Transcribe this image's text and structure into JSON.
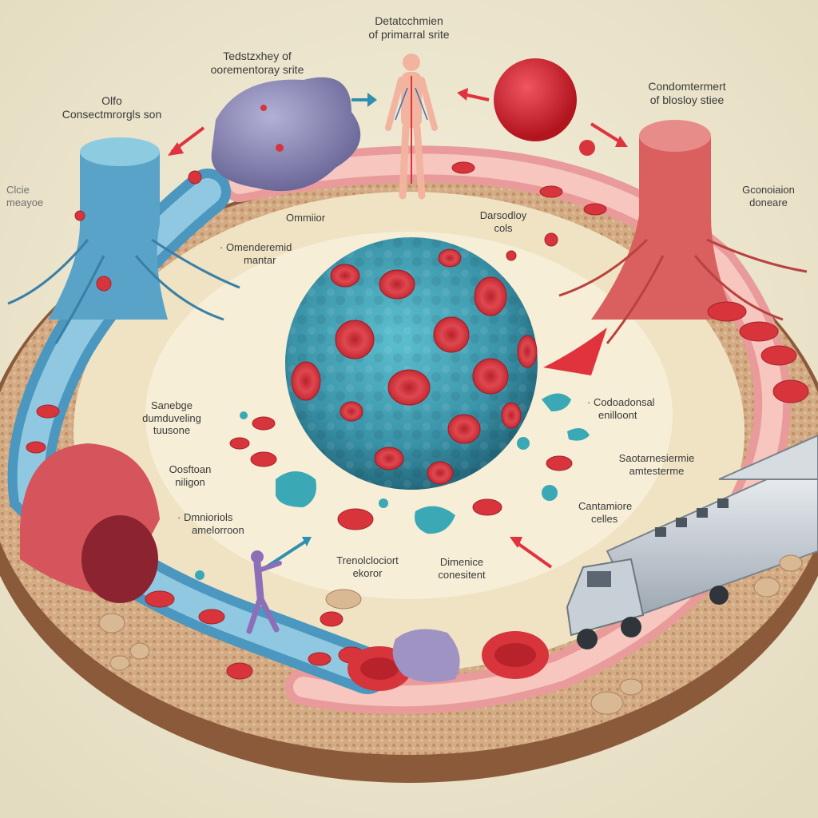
{
  "labels": {
    "detachment_title": {
      "line1": "Detatcchmien",
      "line2": "of primarral srite"
    },
    "top_left_title": {
      "line1": "Tedstzxhey of",
      "line2": "oorementoray srite"
    },
    "top_right_title": {
      "line1": "Condomtermert",
      "line2": "of blosloy stiee"
    },
    "left_title": {
      "line1": "Olfo",
      "line2": "Consectmrorgls son"
    },
    "far_left": {
      "line1": "Clcie",
      "line2": "meayoe"
    },
    "far_right": {
      "line1": "Gconoiaion",
      "line2": "doneare"
    },
    "ommior": "Ommiior",
    "darsodloy": {
      "line1": "Darsodloy",
      "line2": "cols"
    },
    "omenderemid": {
      "line1": "· Omenderemid",
      "line2": "mantar"
    },
    "sanebge": {
      "line1": "Sanebge",
      "line2": "dumduveling",
      "line3": "tuusone"
    },
    "oosftoan": {
      "line1": "Oosftoan",
      "line2": "niligon"
    },
    "dimnioriols": {
      "line1": "· Dmnioriols",
      "line2": "amelorroon"
    },
    "codoadonsal": {
      "line1": "· Codoadonsal",
      "line2": "enilloont"
    },
    "saotarnesiermie": {
      "line1": "Saotarnesiermie",
      "line2": "amtesterme"
    },
    "cantamiore": {
      "line1": "Cantamiore",
      "line2": "celles"
    },
    "trenolclociort": {
      "line1": "Trenolclociort",
      "line2": "ekoror"
    },
    "dimenice": {
      "line1": "Dimenice",
      "line2": "conesitent"
    }
  },
  "colors": {
    "background": "#efe9d3",
    "tissue": "#c9a27e",
    "vessel_blue": "#5aa3c8",
    "vessel_red": "#f0a2a0",
    "tumor_teal": "#3e9db0",
    "blood_cell_red": "#d8343c",
    "arrow_red": "#e0333d",
    "arrow_teal": "#2f8fb0"
  },
  "icons": {
    "human_figure": "human-figure-icon",
    "truck": "truck-icon",
    "walking_figure": "walking-figure-icon"
  }
}
